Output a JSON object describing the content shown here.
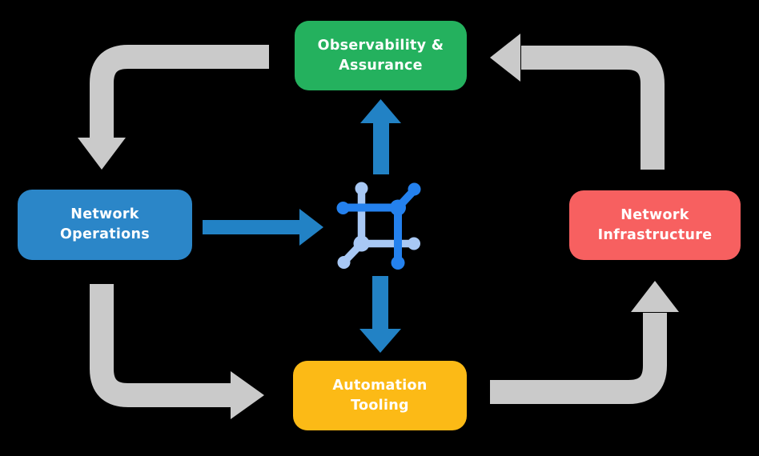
{
  "title": "Network automation platform cycle diagram",
  "colors": {
    "background": "#000000",
    "observability_green": "#24b15e",
    "operations_blue": "#2b86c8",
    "infrastructure_red": "#f76060",
    "automation_yellow": "#fcba16",
    "flow_arrow_gray": "#cacaca",
    "data_arrow_blue": "#2282c5",
    "icon_dark_blue": "#2481ee",
    "icon_light_blue": "#a8c8f4",
    "label_text": "#ffffff"
  },
  "nodes": {
    "observability": {
      "label": "Observability &\nAssurance"
    },
    "operations": {
      "label": "Network\nOperations"
    },
    "infrastructure": {
      "label": "Network\nInfrastructure"
    },
    "automation": {
      "label": "Automation\nTooling"
    }
  },
  "icons": {
    "center": "network-platform-icon",
    "flow_arrows": [
      "observability-to-operations",
      "operations-to-automation",
      "automation-to-infrastructure",
      "infrastructure-to-observability"
    ],
    "data_arrows": [
      "operations-to-platform",
      "platform-to-observability",
      "platform-to-automation"
    ]
  }
}
